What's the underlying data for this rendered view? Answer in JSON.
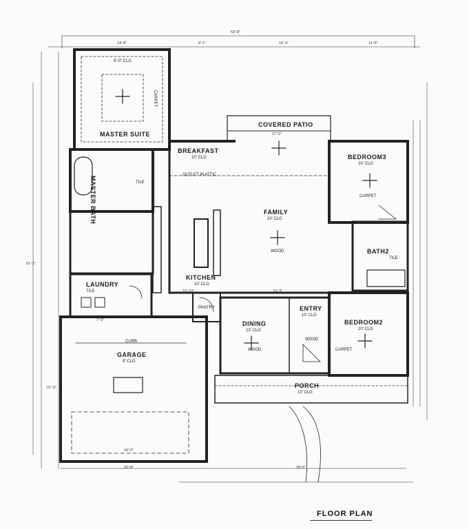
{
  "title": "FLOOR PLAN",
  "rooms": {
    "master_suite": {
      "name": "MASTER SUITE",
      "ceiling": "9'-0\" CLG",
      "floor": "CARPET"
    },
    "master_bath": {
      "name": "MASTER BATH",
      "floor": "TILE"
    },
    "breakfast": {
      "name": "BREAKFAST",
      "ceiling": "10' CLG"
    },
    "covered_patio": {
      "name": "COVERED PATIO"
    },
    "bedroom3": {
      "name": "BEDROOM3",
      "ceiling": "10' CLG",
      "floor": "CARPET"
    },
    "family": {
      "name": "FAMILY",
      "ceiling": "10' CLG",
      "floor": "WOOD"
    },
    "kitchen": {
      "name": "KITCHEN",
      "ceiling": "10' CLG"
    },
    "laundry": {
      "name": "LAUNDRY",
      "floor": "TILE"
    },
    "pantry": {
      "name": "PANTRY"
    },
    "bath2": {
      "name": "BATH2",
      "floor": "TILE"
    },
    "dining": {
      "name": "DINING",
      "ceiling": "10' CLG",
      "floor": "WOOD"
    },
    "entry": {
      "name": "ENTRY",
      "ceiling": "10' CLG",
      "floor": "WOOD"
    },
    "bedroom2": {
      "name": "BEDROOM2",
      "ceiling": "10' CLG",
      "floor": "CARPET"
    },
    "garage": {
      "name": "GARAGE",
      "ceiling": "9' CLG"
    },
    "porch": {
      "name": "PORCH",
      "ceiling": "10' CLG"
    }
  },
  "dimensions": {
    "overall_width": "53'-8\"",
    "master_width": "14'-8\"",
    "top_mid": "9'-1\"",
    "top_right_a": "16'-3\"",
    "top_right_b": "11'-5\"",
    "patio_width": "17'-0\"",
    "family_right": "16'-3\"",
    "kitchen_width": "10'-10\"",
    "laundry_width": "7'-6\"",
    "garage_width": "20'-8\"",
    "garage_inner": "16'-0\"",
    "porch_width": "28'-6\"",
    "garage_depth": "21'-0\"",
    "overall_depth": "61'-1\""
  },
  "notes": {
    "outlet_in_attic": "OUTLET IN ATTIC",
    "curb": "CURB"
  }
}
